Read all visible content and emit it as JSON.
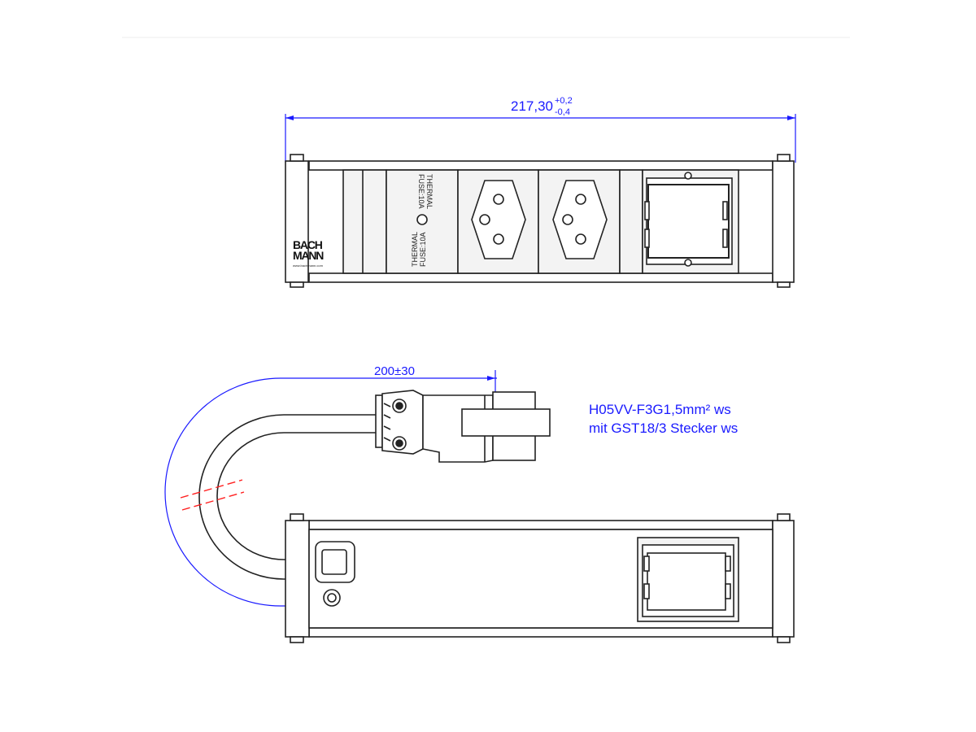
{
  "colors": {
    "line": "#222222",
    "dimension": "#1a1aff",
    "break_marks": "#ff2020",
    "face_fill": "#f3f3f3",
    "background": "#ffffff"
  },
  "top_view": {
    "overall_width": {
      "value": "217,30",
      "tol_plus": "+0,2",
      "tol_minus": "-0,4"
    },
    "brand": {
      "line1": "BACH",
      "line2": "MANN",
      "website": "www.bachmann.com"
    },
    "fuse_label": {
      "line1": "THERMAL",
      "line2": "FUSE:10A"
    },
    "sockets": [
      {
        "type": "Swiss T13 socket"
      },
      {
        "type": "Swiss T13 socket"
      }
    ],
    "data_module": {
      "type": "empty data module frame"
    }
  },
  "side_view": {
    "cable_length": "200±30",
    "cable_spec": {
      "line1": "H05VV-F3G1,5mm² ws",
      "line2": "mit GST18/3  Stecker ws"
    }
  }
}
